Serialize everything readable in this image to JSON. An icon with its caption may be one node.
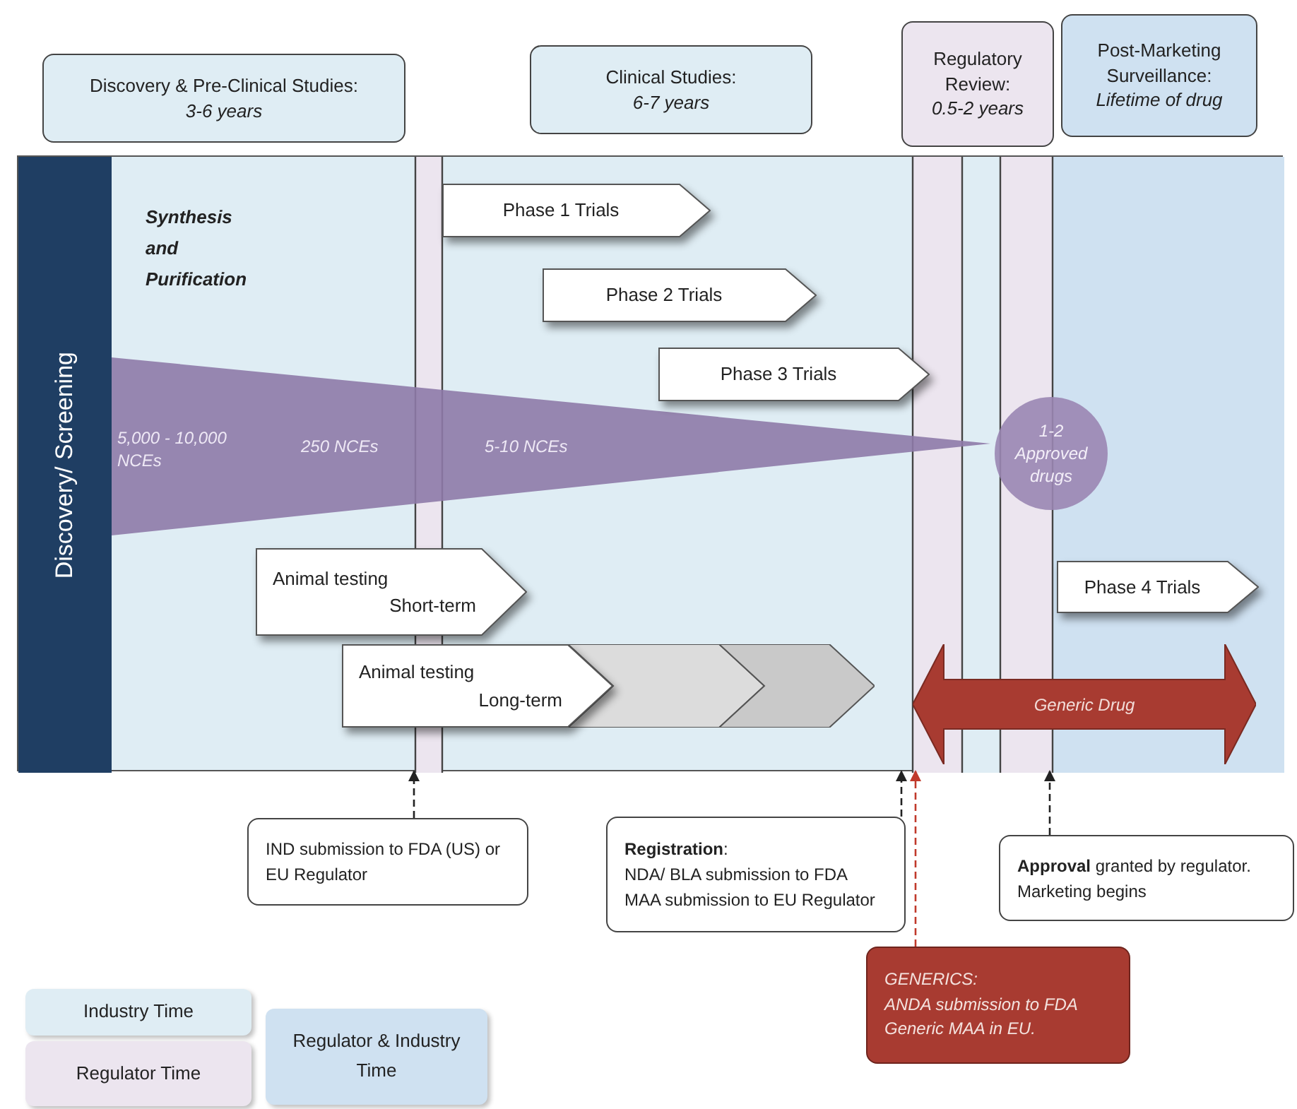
{
  "diagram": {
    "nodes": [
      {
        "text": [
          "Discovery & Pre-Clinical Studies:",
          "3-6 years"
        ]
      },
      {
        "text": [
          "Clinical Studies:",
          "6-7 years"
        ]
      },
      {
        "text": [
          "Regulatory Review:",
          "0.5-2 years"
        ]
      },
      {
        "text": [
          "Post-Marketing Surveillance:",
          "Lifetime of drug"
        ]
      },
      {
        "text": [],
        "shape": "box"
      },
      {
        "text": [
          "Discovery/ Screening"
        ],
        "in": 4
      },
      {
        "text": [
          "5,000 - 10,000 NCEs",
          "250 NCEs",
          "5-10 NCEs"
        ],
        "in": 4
      },
      {
        "text": [
          "Phase 1 Trials"
        ],
        "in": 4
      },
      {
        "text": [
          "Phase 2 Trials"
        ],
        "in": 4
      },
      {
        "text": [
          "Phase 3 Trials"
        ],
        "in": 4
      },
      {
        "text": [
          "1-2 Approved drugs"
        ],
        "in": 4
      },
      {
        "text": [
          "Animal testing",
          "Short-term"
        ],
        "in": 4
      },
      {
        "text": [
          "Animal testing",
          "Long-term"
        ],
        "in": 4
      },
      {
        "text": [],
        "shape": "chevron",
        "in": 4
      },
      {
        "text": [],
        "shape": "chevron",
        "in": 4
      },
      {
        "text": [
          "Phase 4 Trials"
        ],
        "in": 4
      },
      {
        "text": [
          "Generic Drug"
        ],
        "in": 4
      },
      {
        "text": [
          "IND submission to FDA (US) or EU Regulator"
        ]
      },
      {
        "text": [
          "**Registration**:",
          "NDA/ BLA submission to FDA",
          "MAA submission to EU Regulator"
        ]
      },
      {
        "text": [
          "GENERICS:",
          "ANDA submission to FDA",
          "Generic MAA in EU."
        ]
      },
      {
        "text": [
          "**Approval** granted by regulator. Marketing begins"
        ]
      }
    ],
    "edges": [
      {
        "from": 17,
        "to": 4,
        "arrow": "to",
        "style": "dashed"
      },
      {
        "from": 18,
        "to": 4,
        "arrow": "to",
        "style": "dashed"
      },
      {
        "from": 19,
        "to": 4,
        "arrow": "to",
        "style": "dashed",
        "color": "#c0392b"
      },
      {
        "from": 20,
        "to": 4,
        "arrow": "to",
        "style": "dashed"
      }
    ],
    "labels": [
      "Synthesis and Purification"
    ],
    "legend": [
      {
        "text": "Industry Time",
        "color": "#dfedf4"
      },
      {
        "text": "Regulator Time",
        "color": "#ece5ef"
      },
      {
        "text": "Regulator & Industry Time",
        "color": "#cfe1f1"
      }
    ]
  }
}
